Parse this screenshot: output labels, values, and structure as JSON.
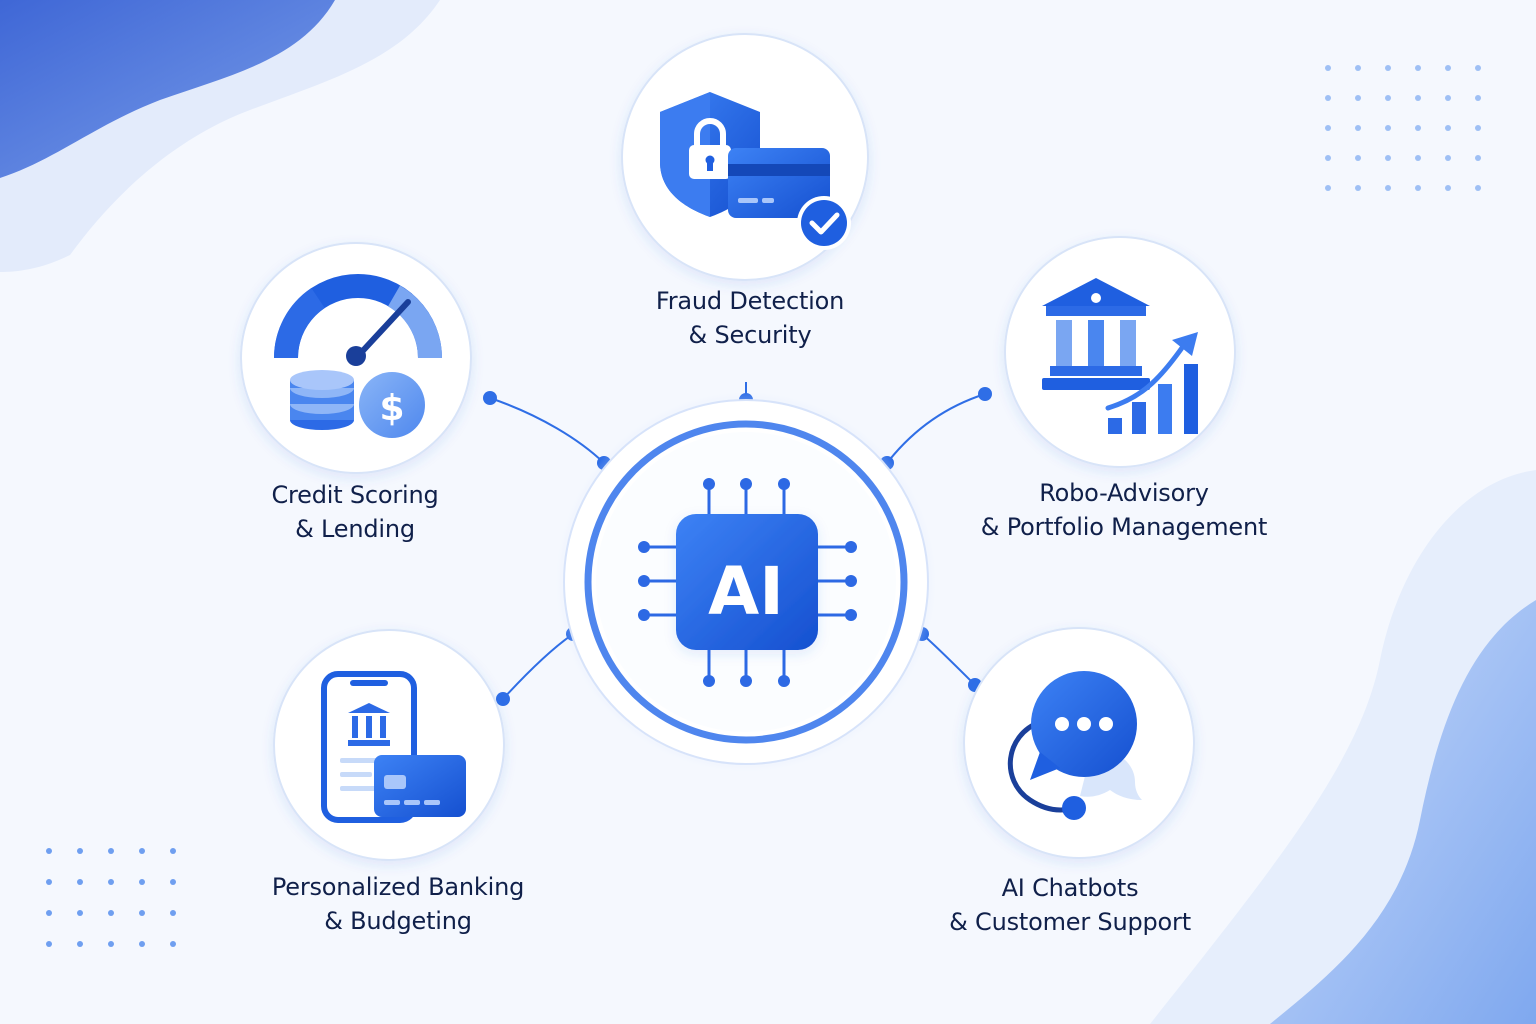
{
  "hub": {
    "text": "AI"
  },
  "nodes": [
    {
      "id": "fraud",
      "line1": "Fraud Detection",
      "line2": "& Security",
      "icon": "shield-lock-card-icon"
    },
    {
      "id": "credit",
      "line1": "Credit Scoring",
      "line2": "& Lending",
      "icon": "gauge-coins-icon"
    },
    {
      "id": "robo",
      "line1": "Robo-Advisory",
      "line2": "& Portfolio Management",
      "icon": "bank-growth-chart-icon"
    },
    {
      "id": "banking",
      "line1": "Personalized Banking",
      "line2": "& Budgeting",
      "icon": "phone-bank-card-icon"
    },
    {
      "id": "chatbot",
      "line1": "AI Chatbots",
      "line2": "& Customer Support",
      "icon": "chat-bubble-icon"
    }
  ],
  "colors": {
    "primary": "#1f5fe0",
    "light": "#6ea0f2",
    "pale": "#dbe7fb",
    "text": "#10204a",
    "background": "#f5f8fe"
  }
}
